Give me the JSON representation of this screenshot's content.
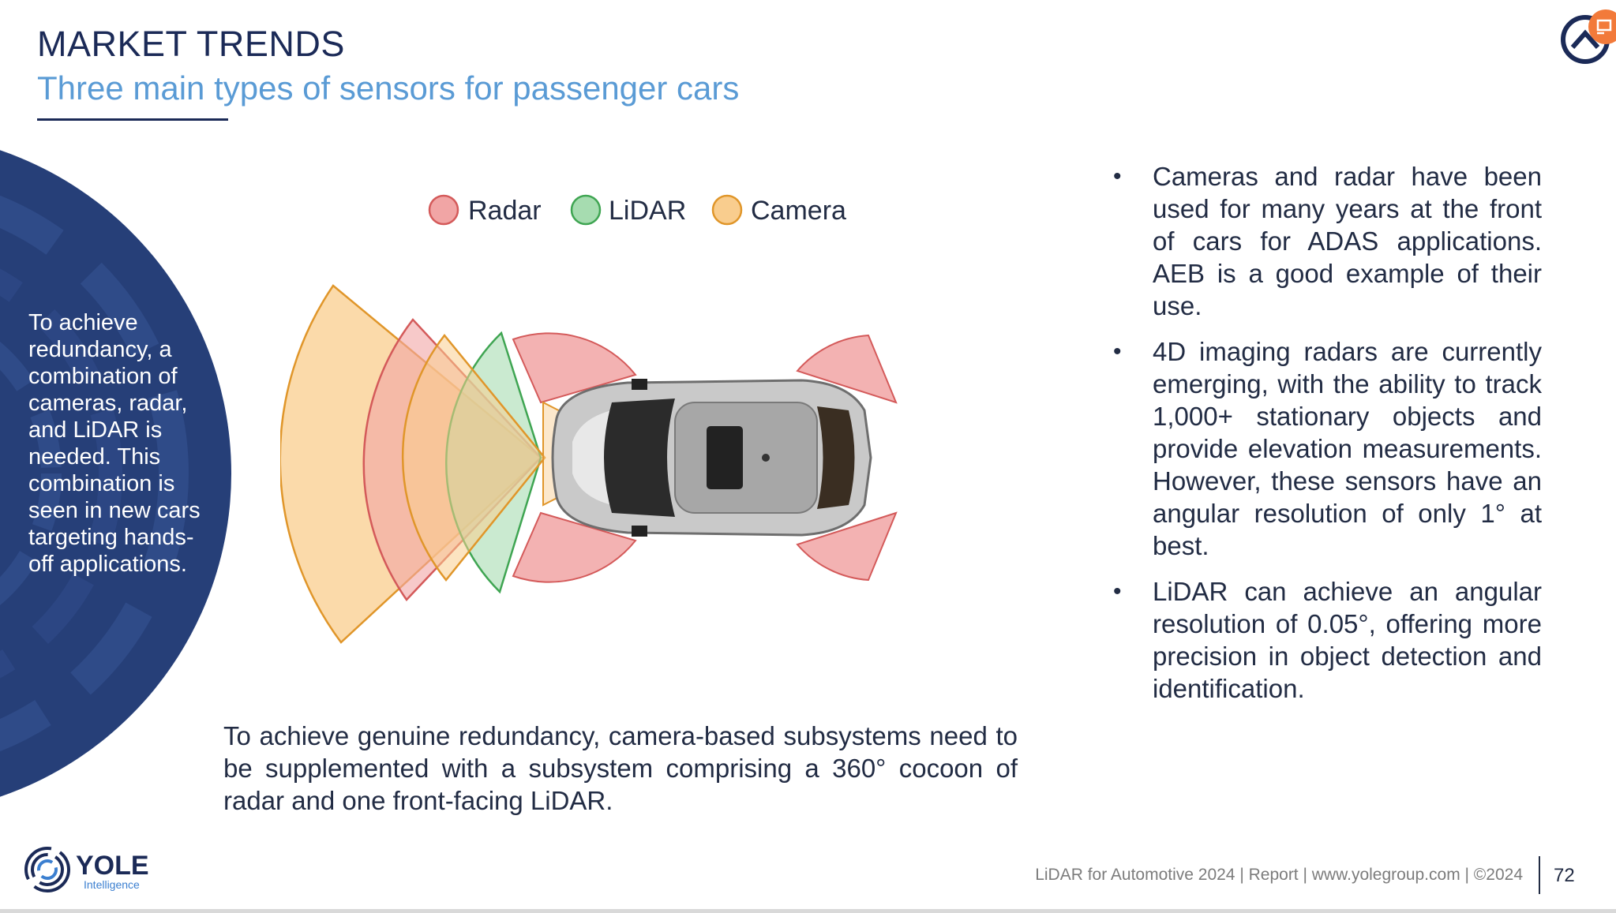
{
  "header": {
    "title": "MARKET TRENDS",
    "subtitle": "Three main types of sensors for passenger cars"
  },
  "side_panel": {
    "text": "To achieve redundancy, a combination of cameras, radar, and LiDAR is needed. This combination is seen in new cars targeting hands-off applications."
  },
  "legend": [
    {
      "label": "Radar",
      "color": "#f1a5a5",
      "stroke": "#d45a5a"
    },
    {
      "label": "LiDAR",
      "color": "#a6dcb0",
      "stroke": "#3fa552"
    },
    {
      "label": "Camera",
      "color": "#f9cd8e",
      "stroke": "#e0962a"
    }
  ],
  "caption": "To achieve genuine redundancy, camera-based subsystems need to be supplemented with a subsystem comprising a 360° cocoon of radar and one front-facing LiDAR.",
  "bullets": [
    "Cameras and radar have been used for many years at the front of cars for ADAS applications. AEB is a good example of their use.",
    "4D imaging radars are currently emerging, with the ability to track 1,000+ stationary objects and provide elevation measurements. However, these sensors have an angular resolution of only 1° at best.",
    "LiDAR can achieve an angular resolution of 0.05°, offering more precision in object detection and identification."
  ],
  "footer": {
    "logo_name": "YOLE",
    "logo_sub": "Intelligence",
    "text": "LiDAR for Automotive 2024 | Report | www.yolegroup.com | ©2024",
    "page_number": "72"
  },
  "colors": {
    "title": "#1b2a57",
    "subtitle": "#5a9bd5",
    "panel": "#263f78",
    "accent_orange": "#f27a3a"
  }
}
